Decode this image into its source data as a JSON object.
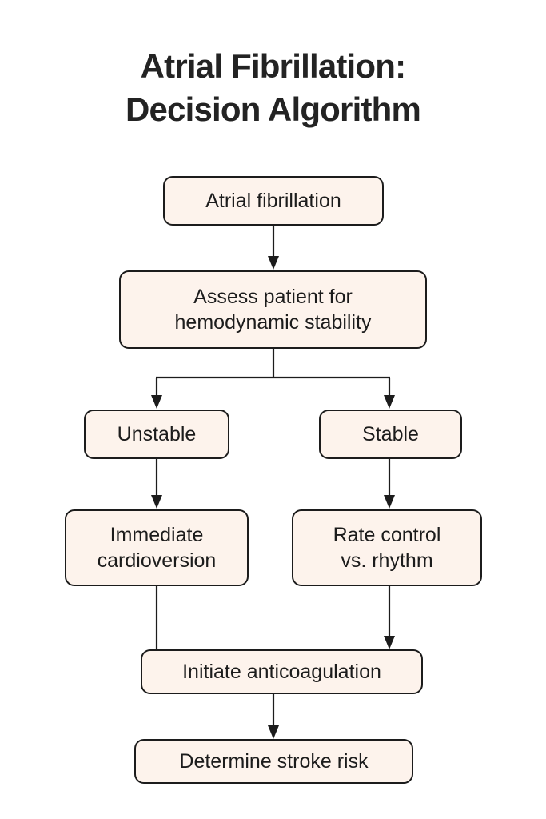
{
  "page": {
    "background_color": "#ffffff",
    "title": "Atrial Fibrillation:\nDecision Algorithm"
  },
  "theme": {
    "node_fill": "#fdf3ec",
    "node_border": "#1c1c1c",
    "text_color": "#1c1c1c",
    "connector_color": "#1c1c1c"
  },
  "chart_data": {
    "type": "diagram",
    "diagram_type": "flowchart",
    "title": "Atrial Fibrillation: Decision Algorithm",
    "orientation": "top-to-bottom",
    "nodes": [
      {
        "id": "af",
        "label": "Atrial fibrillation"
      },
      {
        "id": "assess",
        "label": "Assess patient for\nhemodynamic stability"
      },
      {
        "id": "unstable",
        "label": "Unstable"
      },
      {
        "id": "stable",
        "label": "Stable"
      },
      {
        "id": "cardio",
        "label": "Immediate\ncardioversion"
      },
      {
        "id": "rate",
        "label": "Rate control\nvs. rhythm"
      },
      {
        "id": "anticoag",
        "label": "Initiate anticoagulation"
      },
      {
        "id": "stroke",
        "label": "Determine stroke risk"
      }
    ],
    "edges": [
      {
        "from": "af",
        "to": "assess",
        "arrow": true,
        "label": ""
      },
      {
        "from": "assess",
        "to": "unstable",
        "arrow": true,
        "label": ""
      },
      {
        "from": "assess",
        "to": "stable",
        "arrow": true,
        "label": ""
      },
      {
        "from": "unstable",
        "to": "cardio",
        "arrow": true,
        "label": ""
      },
      {
        "from": "stable",
        "to": "rate",
        "arrow": true,
        "label": ""
      },
      {
        "from": "cardio",
        "to": "anticoag",
        "arrow": false,
        "label": ""
      },
      {
        "from": "rate",
        "to": "anticoag",
        "arrow": true,
        "label": ""
      },
      {
        "from": "anticoag",
        "to": "stroke",
        "arrow": true,
        "label": ""
      }
    ]
  }
}
